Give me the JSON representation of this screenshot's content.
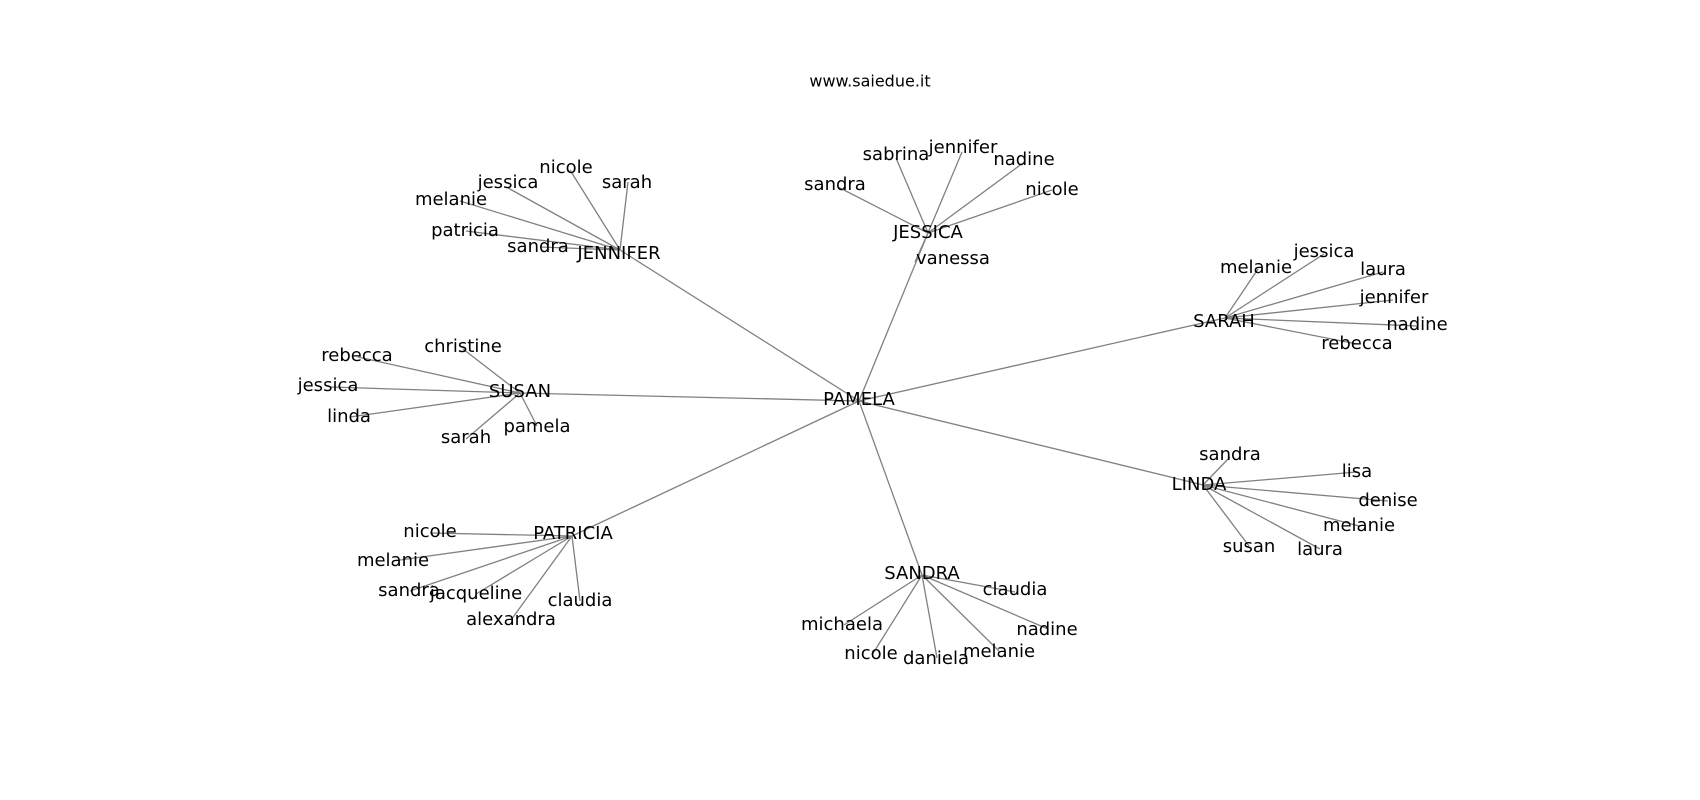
{
  "title": "www.saiedue.it",
  "edge_color": "#808080",
  "background": "#ffffff",
  "root": "PAMELA",
  "hubs": [
    {
      "label": "JENNIFER",
      "children": [
        "nicole",
        "jessica",
        "sarah",
        "melanie",
        "patricia",
        "sandra"
      ]
    },
    {
      "label": "JESSICA",
      "children": [
        "sabrina",
        "jennifer",
        "nadine",
        "sandra",
        "nicole",
        "vanessa"
      ]
    },
    {
      "label": "SARAH",
      "children": [
        "melanie",
        "jessica",
        "laura",
        "jennifer",
        "nadine",
        "rebecca"
      ]
    },
    {
      "label": "SUSAN",
      "children": [
        "christine",
        "rebecca",
        "jessica",
        "linda",
        "sarah",
        "pamela"
      ]
    },
    {
      "label": "LINDA",
      "children": [
        "sandra",
        "lisa",
        "denise",
        "melanie",
        "susan",
        "laura"
      ]
    },
    {
      "label": "PATRICIA",
      "children": [
        "nicole",
        "melanie",
        "sandra",
        "jacqueline",
        "alexandra",
        "claudia"
      ]
    },
    {
      "label": "SANDRA",
      "children": [
        "claudia",
        "michaela",
        "nadine",
        "nicole",
        "daniela",
        "melanie"
      ]
    }
  ]
}
